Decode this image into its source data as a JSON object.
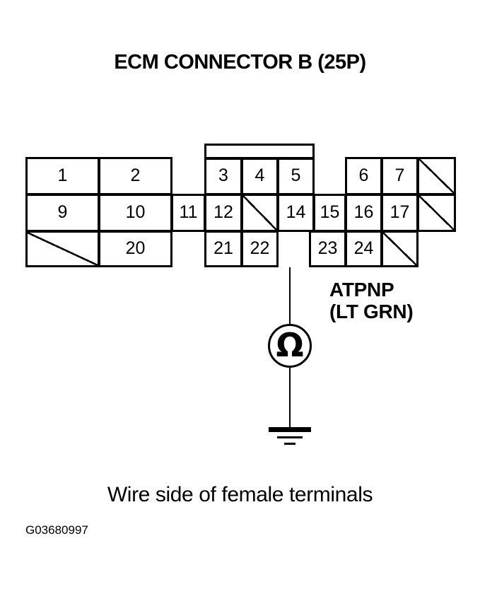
{
  "title": "ECM CONNECTOR B (25P)",
  "caption": "Wire side of female terminals",
  "figure_id": "G03680997",
  "wire_label": {
    "signal": "ATPNP",
    "color": "(LT GRN)"
  },
  "meter": {
    "symbol": "Ω",
    "name": "ohmmeter"
  },
  "ground": {
    "name": "chassis-ground"
  },
  "colors": {
    "line": "#000000",
    "background": "#ffffff"
  },
  "connector": {
    "name": "ECM CONNECTOR B",
    "pin_count": "25P",
    "probed_terminal": "14",
    "rows": [
      {
        "row": "top",
        "cells": [
          {
            "id": "c1",
            "label": "1",
            "blank": false
          },
          {
            "id": "c2",
            "label": "2",
            "blank": false
          },
          {
            "id": "c3",
            "label": "3",
            "blank": false
          },
          {
            "id": "c4",
            "label": "4",
            "blank": false
          },
          {
            "id": "c5",
            "label": "5",
            "blank": false
          },
          {
            "id": "c6",
            "label": "6",
            "blank": false
          },
          {
            "id": "c7",
            "label": "7",
            "blank": false
          },
          {
            "id": "c8",
            "label": "",
            "blank": true
          }
        ]
      },
      {
        "row": "middle",
        "cells": [
          {
            "id": "c9",
            "label": "9",
            "blank": false
          },
          {
            "id": "c10",
            "label": "10",
            "blank": false
          },
          {
            "id": "c11",
            "label": "11",
            "blank": false
          },
          {
            "id": "c12",
            "label": "12",
            "blank": false
          },
          {
            "id": "c13",
            "label": "",
            "blank": true
          },
          {
            "id": "c14",
            "label": "14",
            "blank": false
          },
          {
            "id": "c15",
            "label": "15",
            "blank": false
          },
          {
            "id": "c16",
            "label": "16",
            "blank": false
          },
          {
            "id": "c17",
            "label": "17",
            "blank": false
          },
          {
            "id": "c18",
            "label": "",
            "blank": true
          }
        ]
      },
      {
        "row": "bottom",
        "cells": [
          {
            "id": "c19",
            "label": "",
            "blank": true
          },
          {
            "id": "c20",
            "label": "20",
            "blank": false
          },
          {
            "id": "c21",
            "label": "21",
            "blank": false
          },
          {
            "id": "c22",
            "label": "22",
            "blank": false
          },
          {
            "id": "c23",
            "label": "23",
            "blank": false
          },
          {
            "id": "c24",
            "label": "24",
            "blank": false
          },
          {
            "id": "c25",
            "label": "",
            "blank": true
          }
        ]
      }
    ]
  }
}
